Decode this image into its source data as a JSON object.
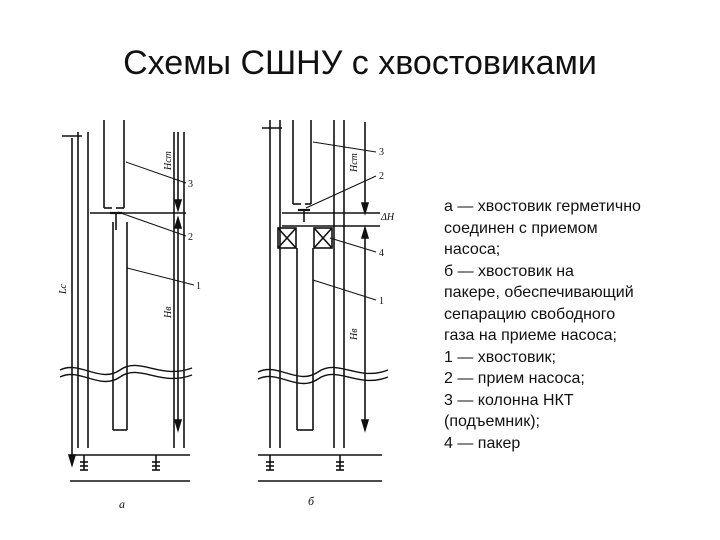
{
  "title": "Схемы СШНУ с хвостовиками",
  "legend": [
    "а — хвостовик герметично",
    "соединен с приемом",
    "насоса;",
    "б — хвостовик на",
    "пакере, обеспечивающий",
    "сепарацию свободного",
    "газа на приеме насоса;",
    "1 — хвостовик;",
    "2 — прием насоса;",
    "3 — колонна НКТ",
    "(подъемник);",
    "4 — пакер"
  ],
  "diagram": {
    "caption_a": "а",
    "caption_b": "б",
    "hst_a": "Hст",
    "hv_a": "Hв",
    "lc_a": "Lс",
    "hst_b": "Hст",
    "hv_b": "Hв",
    "dh_b": "ΔH",
    "num_3_a": "3",
    "num_2_a": "2",
    "num_1_a": "1",
    "num_3_b": "3",
    "num_2_b": "2",
    "num_4_b": "4",
    "num_1_b": "1"
  }
}
